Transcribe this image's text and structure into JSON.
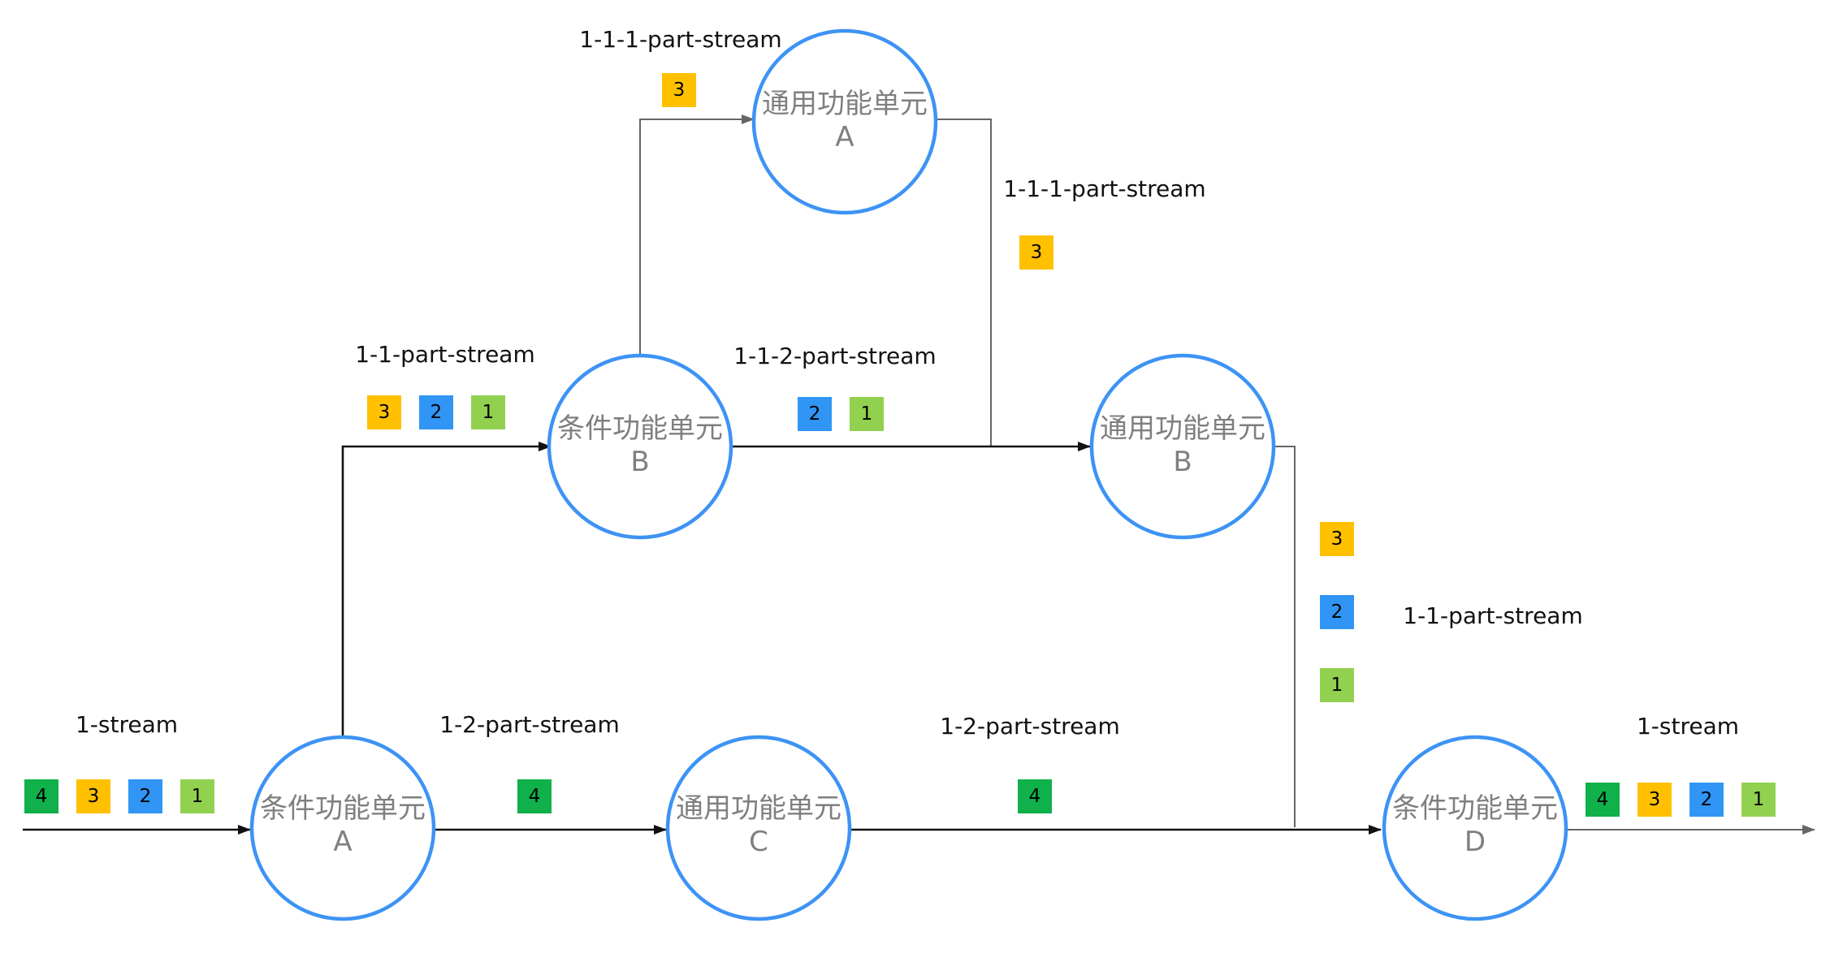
{
  "colors": {
    "node_stroke": "#3d93f5",
    "node_text": "#7f7f7f",
    "token_4": "#10b04a",
    "token_3": "#ffc000",
    "token_2": "#3095f5",
    "token_1": "#92d050"
  },
  "nodes": {
    "cond_a": {
      "line1": "条件功能单元",
      "line2": "A"
    },
    "cond_b": {
      "line1": "条件功能单元",
      "line2": "B"
    },
    "cond_d": {
      "line1": "条件功能单元",
      "line2": "D"
    },
    "gen_a": {
      "line1": "通用功能单元",
      "line2": "A"
    },
    "gen_b": {
      "line1": "通用功能单元",
      "line2": "B"
    },
    "gen_c": {
      "line1": "通用功能单元",
      "line2": "C"
    }
  },
  "labels": {
    "input_stream": "1-stream",
    "top_left_111": "1-1-1-part-stream",
    "right_111": "1-1-1-part-stream",
    "left_11": "1-1-part-stream",
    "mid_112": "1-1-2-part-stream",
    "right_11": "1-1-part-stream",
    "bottom_12_left": "1-2-part-stream",
    "bottom_12_right": "1-2-part-stream",
    "output_stream": "1-stream"
  },
  "tokens": {
    "input": [
      "4",
      "3",
      "2",
      "1"
    ],
    "to_gen_a": [
      "3"
    ],
    "gen_a_out": [
      "3"
    ],
    "to_cond_b": [
      "3",
      "2",
      "1"
    ],
    "cond_b_to_gen_b": [
      "2",
      "1"
    ],
    "gen_b_out": [
      "3",
      "2",
      "1"
    ],
    "to_gen_c": [
      "4"
    ],
    "gen_c_out": [
      "4"
    ],
    "output": [
      "4",
      "3",
      "2",
      "1"
    ]
  }
}
